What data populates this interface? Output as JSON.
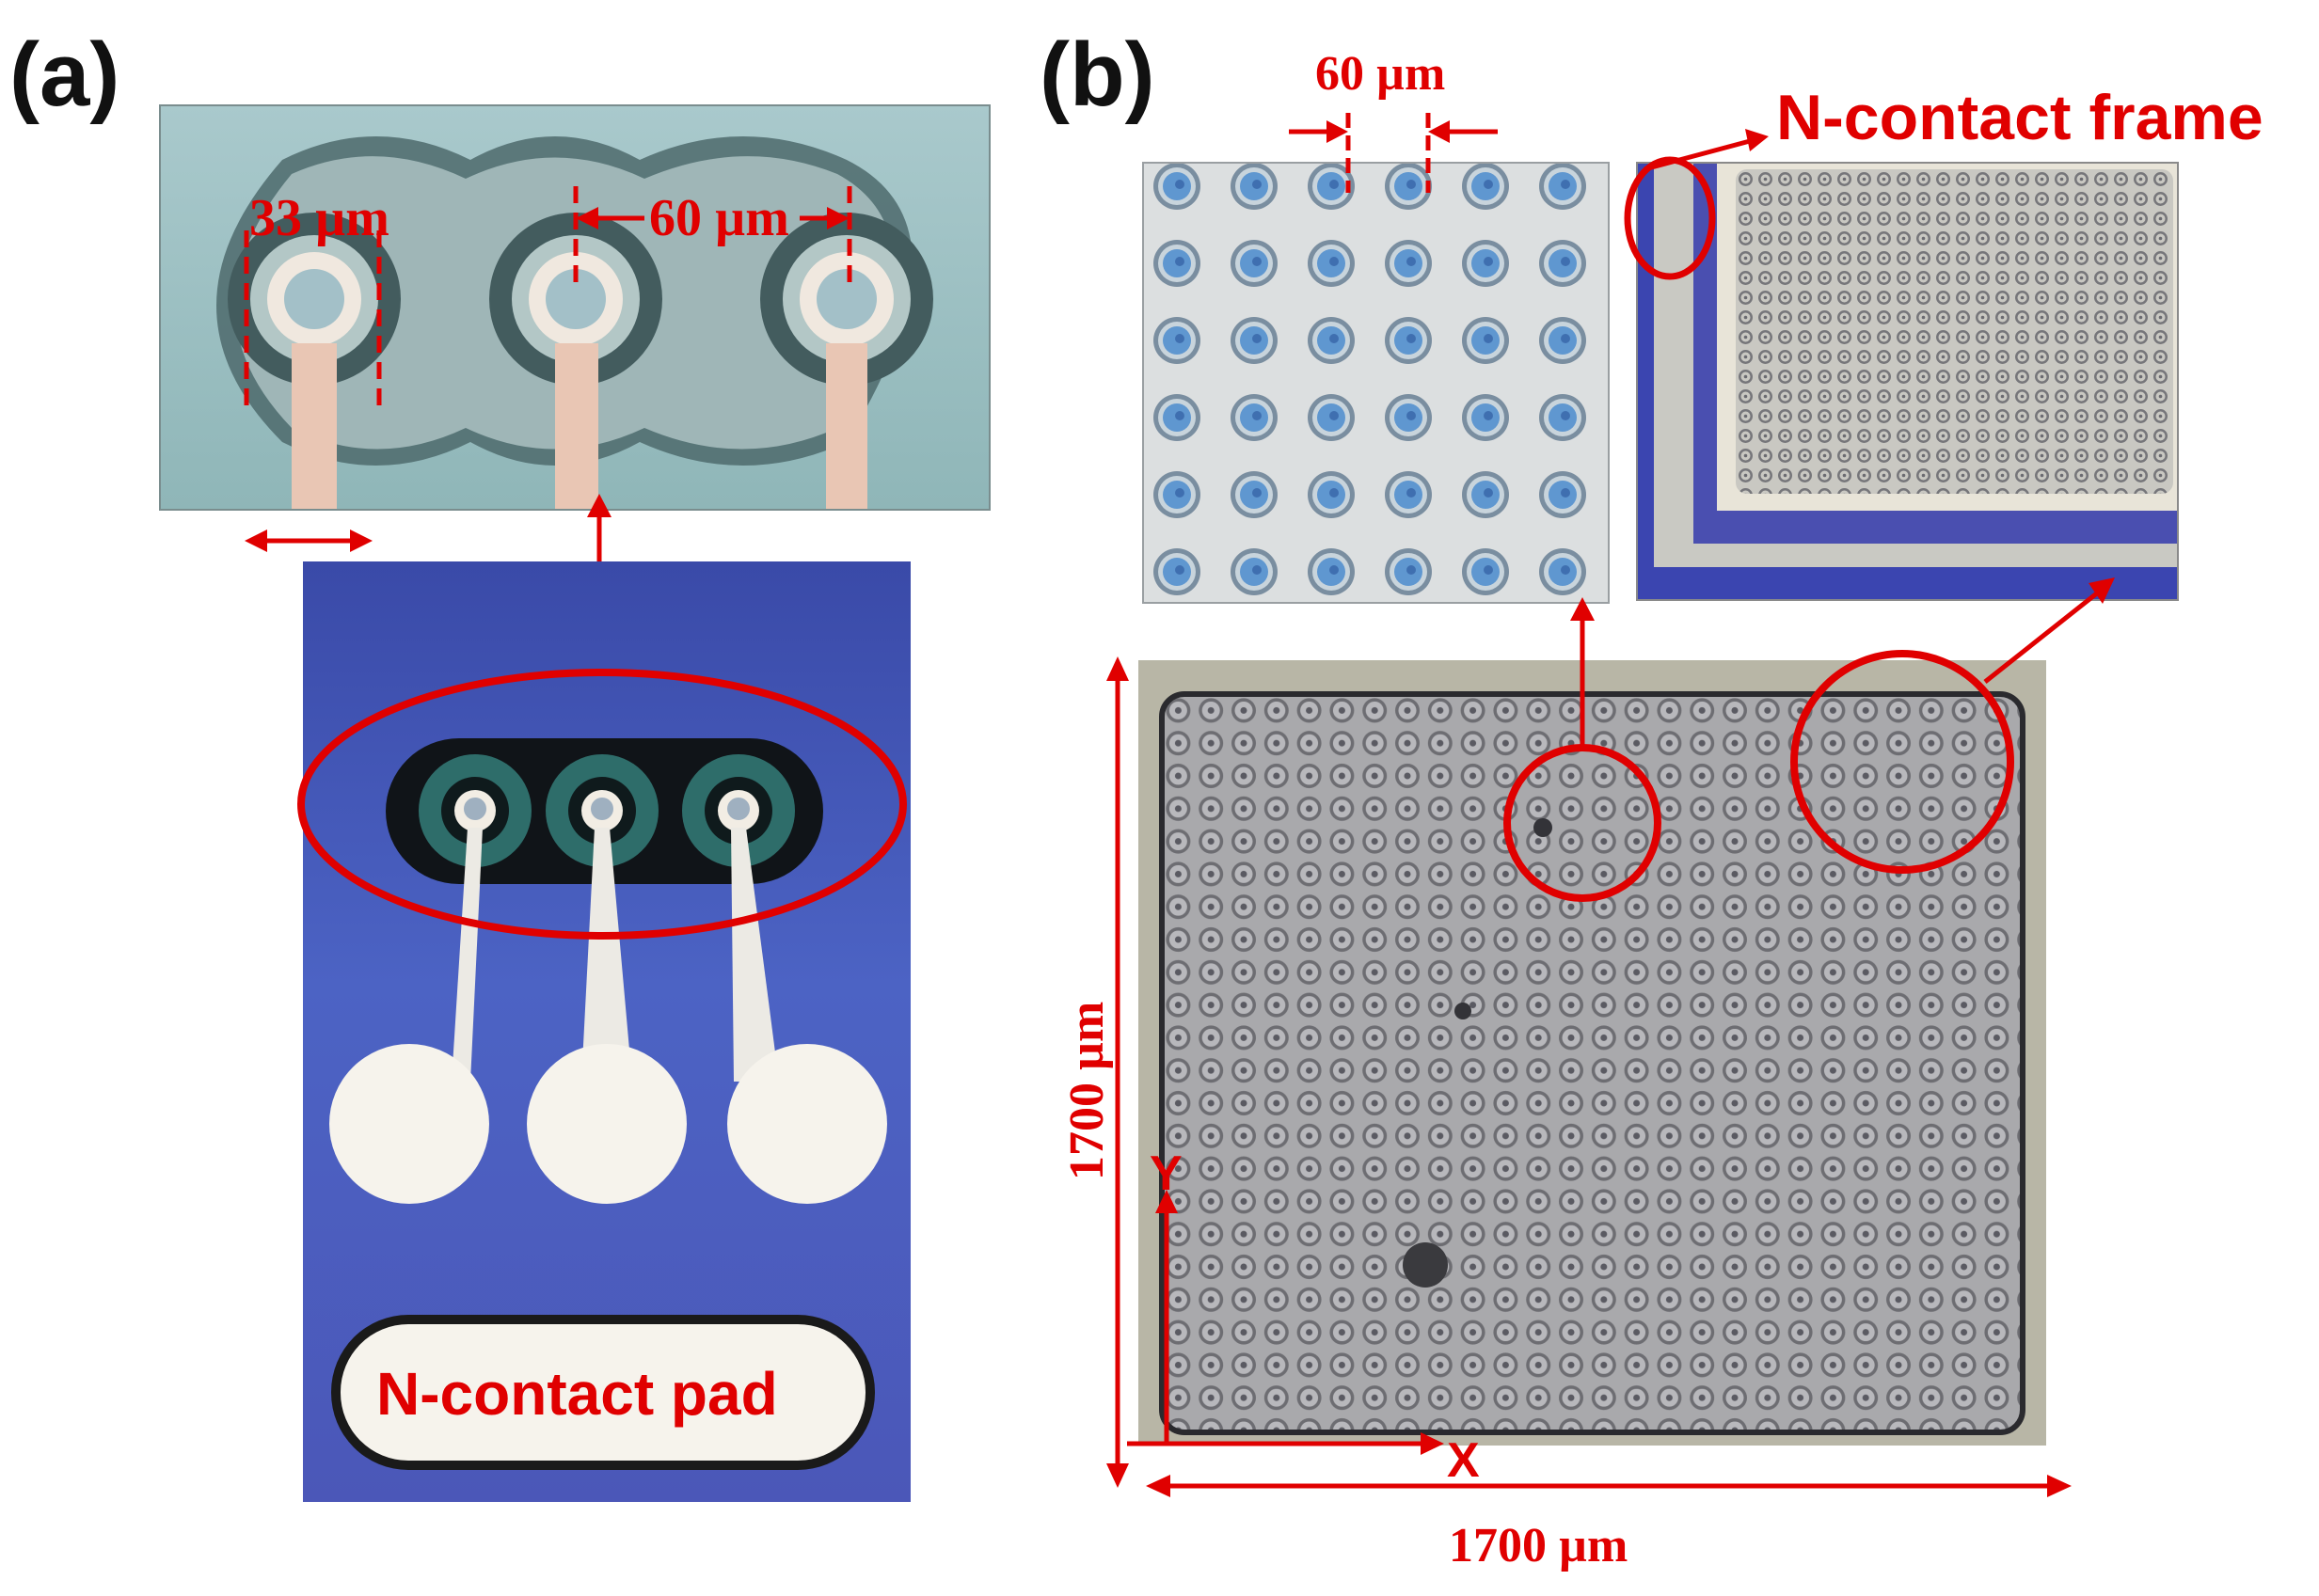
{
  "panels": {
    "a": {
      "label": "(a)",
      "dim_pad_diameter": "33 µm",
      "dim_pitch": "60 µm",
      "pad_label": "N-contact pad"
    },
    "b": {
      "label": "(b)",
      "dim_pitch": "60 µm",
      "frame_label": "N-contact frame",
      "dim_height": "1700 µm",
      "dim_width": "1700 µm",
      "axis_x": "X",
      "axis_y": "Y"
    }
  },
  "colors": {
    "annotation": "#e00000",
    "substrate_blue": "#3f4aa6",
    "mesa_teal": "#2f6f6a",
    "metal": "#f5eee6"
  }
}
